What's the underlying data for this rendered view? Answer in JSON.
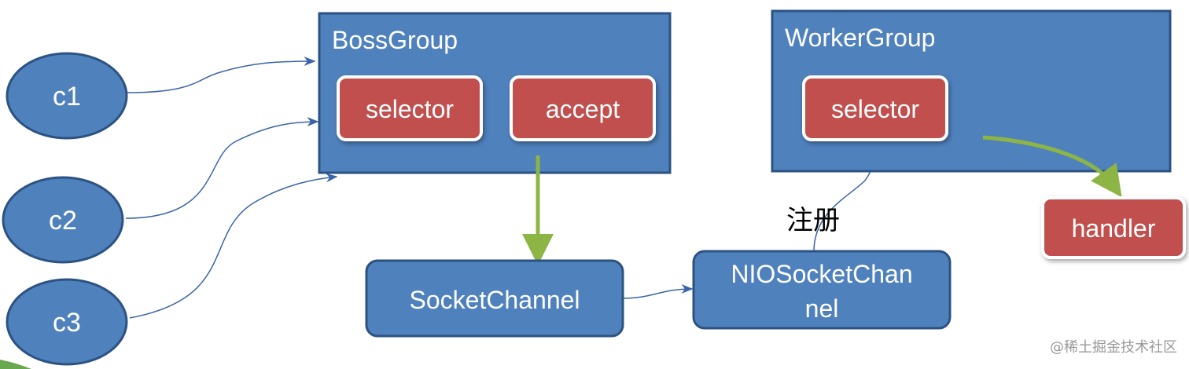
{
  "clients": [
    "c1",
    "c2",
    "c3"
  ],
  "boss_group": {
    "title": "BossGroup",
    "selector": "selector",
    "accept": "accept"
  },
  "worker_group": {
    "title": "WorkerGroup",
    "selector": "selector"
  },
  "handler": "handler",
  "socket_channel": "SocketChannel",
  "nio_socket_channel": {
    "line1": "NIOSocketChan",
    "line2": "nel"
  },
  "register_label": "注册",
  "watermark": "@稀土掘金技术社区",
  "colors": {
    "blue": "#4f81bd",
    "blue_border": "#2c5282",
    "red": "#c0504d",
    "green": "#8db545",
    "line": "#3a64a8"
  }
}
